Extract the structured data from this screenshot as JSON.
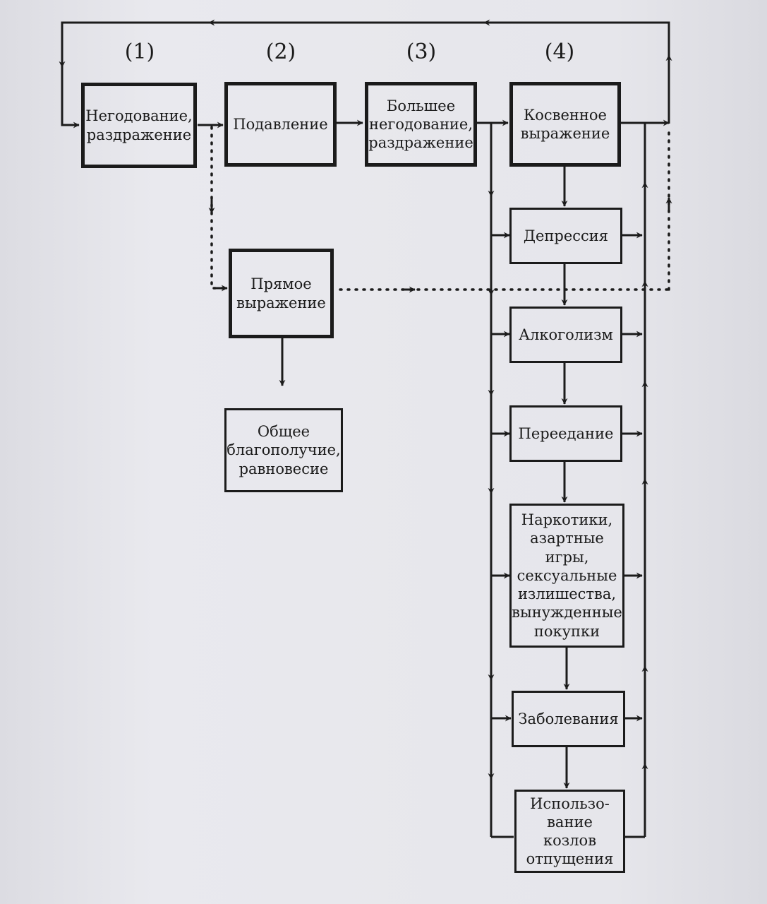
{
  "steps": [
    "(1)",
    "(2)",
    "(3)",
    "(4)"
  ],
  "boxes": {
    "anger": "Негодование,\nраздражение",
    "suppression": "Подавление",
    "more_anger": "Большее\nнегодование,\nраздражение",
    "indirect": "Косвенное\nвыражение",
    "direct": "Прямое\nвыражение",
    "wellbeing": "Общее\nблагополучие,\nравновесие",
    "depression": "Депрессия",
    "alcoholism": "Алкоголизм",
    "overeating": "Переедание",
    "addictions": "Наркотики,\nазартные\nигры,\nсексуальные\nизлишества,\nвынужденные\nпокупки",
    "diseases": "Заболевания",
    "scapegoats": "Использо-\nвание козлов\nотпущения"
  },
  "colors": {
    "ink": "#1b1b1b",
    "paper": "#e6e6eb"
  }
}
